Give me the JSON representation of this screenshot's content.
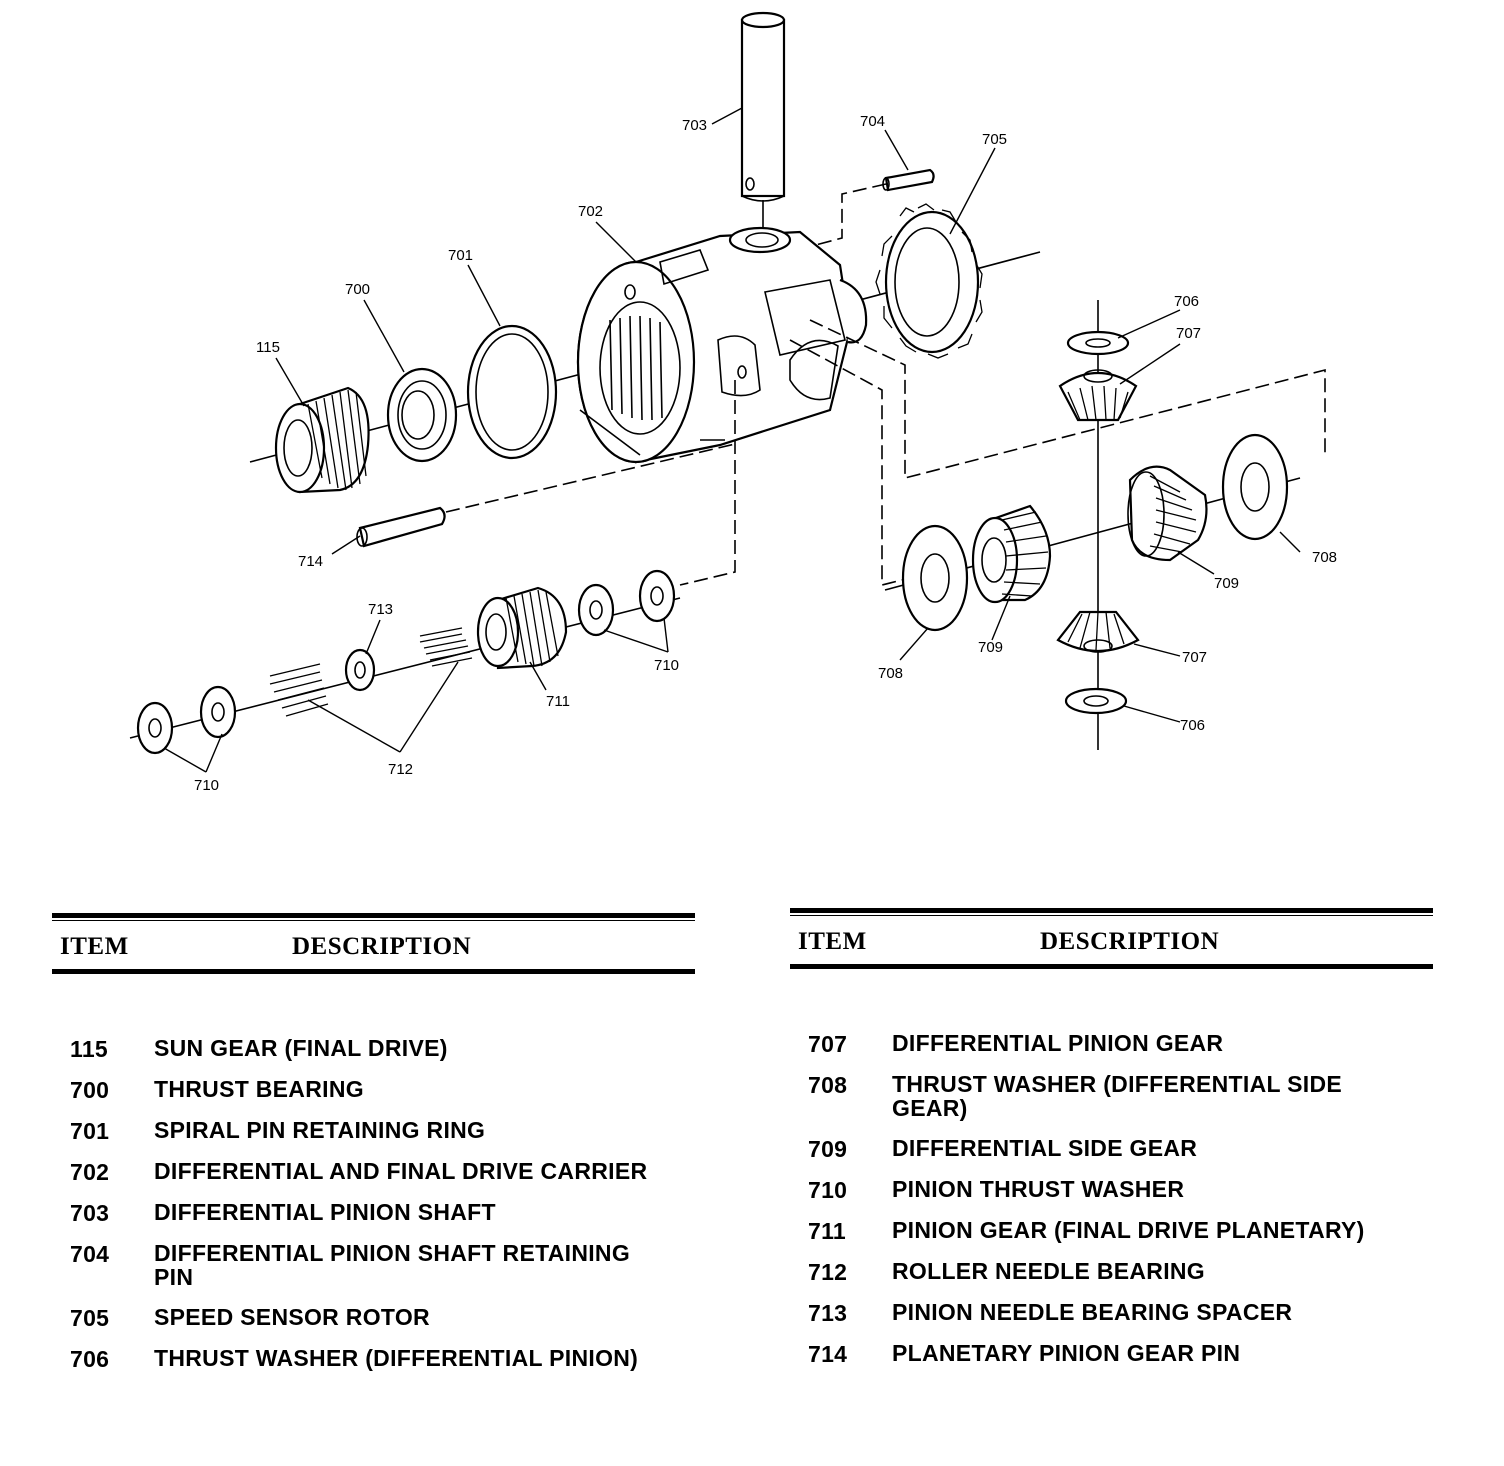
{
  "callouts": {
    "c703": "703",
    "c704": "704",
    "c705": "705",
    "c702": "702",
    "c701": "701",
    "c700": "700",
    "c115": "115",
    "c706a": "706",
    "c707a": "707",
    "c714": "714",
    "c713": "713",
    "c710a": "710",
    "c711": "711",
    "c712": "712",
    "c710b": "710",
    "c708a": "708",
    "c709a": "709",
    "c708b": "708",
    "c709b": "709",
    "c707b": "707",
    "c706b": "706"
  },
  "table_left": {
    "item_header": "ITEM",
    "description_header": "DESCRIPTION",
    "rows": [
      {
        "item": "115",
        "description": "SUN GEAR (FINAL DRIVE)"
      },
      {
        "item": "700",
        "description": "THRUST BEARING"
      },
      {
        "item": "701",
        "description": "SPIRAL PIN RETAINING RING"
      },
      {
        "item": "702",
        "description": "DIFFERENTIAL AND FINAL DRIVE CARRIER"
      },
      {
        "item": "703",
        "description": "DIFFERENTIAL PINION SHAFT"
      },
      {
        "item": "704",
        "description": "DIFFERENTIAL PINION SHAFT RETAINING PIN"
      },
      {
        "item": "705",
        "description": "SPEED SENSOR ROTOR"
      },
      {
        "item": "706",
        "description": "THRUST WASHER (DIFFERENTIAL PINION)"
      }
    ]
  },
  "table_right": {
    "item_header": "ITEM",
    "description_header": "DESCRIPTION",
    "rows": [
      {
        "item": "707",
        "description": "DIFFERENTIAL PINION GEAR"
      },
      {
        "item": "708",
        "description": "THRUST WASHER (DIFFERENTIAL SIDE GEAR)"
      },
      {
        "item": "709",
        "description": "DIFFERENTIAL SIDE GEAR"
      },
      {
        "item": "710",
        "description": "PINION THRUST WASHER"
      },
      {
        "item": "711",
        "description": "PINION GEAR (FINAL DRIVE PLANETARY)"
      },
      {
        "item": "712",
        "description": "ROLLER NEEDLE BEARING"
      },
      {
        "item": "713",
        "description": "PINION NEEDLE BEARING SPACER"
      },
      {
        "item": "714",
        "description": "PLANETARY PINION GEAR PIN"
      }
    ]
  }
}
